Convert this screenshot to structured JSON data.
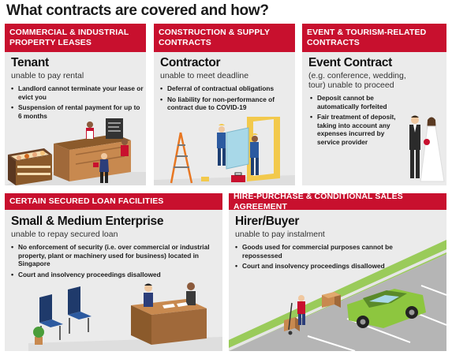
{
  "title": "What contracts are covered and how?",
  "panels": {
    "commercial": {
      "header": "COMMERCIAL & INDUSTRIAL PROPERTY LEASES",
      "name": "Tenant",
      "sub": "unable to pay rental",
      "bullets": [
        "Landlord cannot terminate your lease or evict you",
        "Suspension of rental payment for up to 6 months"
      ]
    },
    "construction": {
      "header": "CONSTRUCTION & SUPPLY CONTRACTS",
      "name": "Contractor",
      "sub": "unable to meet deadline",
      "bullets": [
        "Deferral of contractual obligations",
        "No liability for non-performance of contract due to COVID-19"
      ]
    },
    "event": {
      "header": "EVENT & TOURISM-RELATED CONTRACTS",
      "name": "Event Contract",
      "sub": "(e.g. conference, wedding, tour) unable to proceed",
      "bullets": [
        "Deposit cannot be automatically forfeited",
        "Fair treatment of deposit, taking into account any expenses incurred by service provider"
      ]
    },
    "loan": {
      "header": "CERTAIN SECURED LOAN FACILITIES",
      "name": "Small & Medium Enterprise",
      "sub": "unable to repay secured loan",
      "bullets": [
        "No enforcement of security (i.e. over commercial or industrial property, plant or machinery used for business) located in Singapore",
        "Court and insolvency proceedings disallowed"
      ]
    },
    "hire": {
      "header": "HIRE-PURCHASE & CONDITIONAL SALES AGREEMENT",
      "name": "Hirer/Buyer",
      "sub": "unable to pay instalment",
      "bullets": [
        "Goods used for commercial purposes cannot be repossessed",
        "Court and insolvency proceedings disallowed"
      ]
    }
  },
  "colors": {
    "header_red": "#c8102e",
    "panel_bg": "#ebebeb",
    "car_green": "#8dc63f",
    "grass_green": "#9acb5a"
  },
  "icons": {
    "commercial": "bakery-shop-illustration",
    "construction": "construction-workers-illustration",
    "event": "wedding-couple-illustration",
    "loan": "office-meeting-illustration",
    "hire": "parking-lot-car-illustration"
  }
}
